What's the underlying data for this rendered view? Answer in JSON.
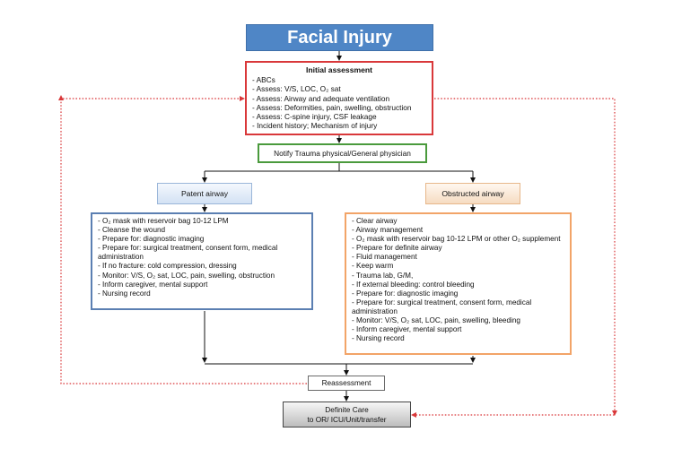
{
  "title": "Facial Injury",
  "initial_assessment": {
    "heading": "Initial assessment",
    "items": [
      "- ABCs",
      "- Assess: V/S, LOC, O₂ sat",
      "- Assess: Airway and adequate ventilation",
      "- Assess: Deformities, pain, swelling, obstruction",
      "- Assess: C-spine injury, CSF leakage",
      "- Incident history; Mechanism of injury"
    ]
  },
  "notify": "Notify Trauma physical/General physician",
  "patent_airway": {
    "heading": "Patent airway",
    "items": [
      "- O₂ mask with reservoir bag 10-12 LPM",
      "- Cleanse the wound",
      "- Prepare for: diagnostic imaging",
      "- Prepare for: surgical treatment, consent form, medical administration",
      "- If no fracture: cold compression, dressing",
      "- Monitor: V/S, O₂ sat, LOC, pain, swelling, obstruction",
      "- Inform caregiver, mental support",
      "- Nursing record"
    ]
  },
  "obstructed_airway": {
    "heading": "Obstructed  airway",
    "items": [
      "- Clear airway",
      "-  Airway management",
      "-  O₂ mask with reservoir bag 10-12 LPM or other O₂ supplement",
      "-  Prepare for definite airway",
      "-  Fluid management",
      "-  Keep warm",
      "-  Trauma lab, G/M,",
      "-  If external bleeding: control bleeding",
      "- Prepare for: diagnostic imaging",
      "- Prepare for: surgical treatment, consent form, medical administration",
      "- Monitor: V/S, O₂ sat, LOC, pain, swelling, bleeding",
      "- Inform caregiver, mental support",
      "- Nursing record"
    ]
  },
  "reassessment": "Reassessment",
  "definite_care": {
    "line1": "Definite Care",
    "line2": "to OR/ ICU/Unit/transfer"
  },
  "colors": {
    "title_fill": "#4f86c6",
    "initial_border": "#d9383a",
    "notify_border": "#4a9a3c",
    "patent_border": "#5b7fb2",
    "obstructed_border": "#f2a468",
    "feedback_arrow": "#d9383a"
  }
}
